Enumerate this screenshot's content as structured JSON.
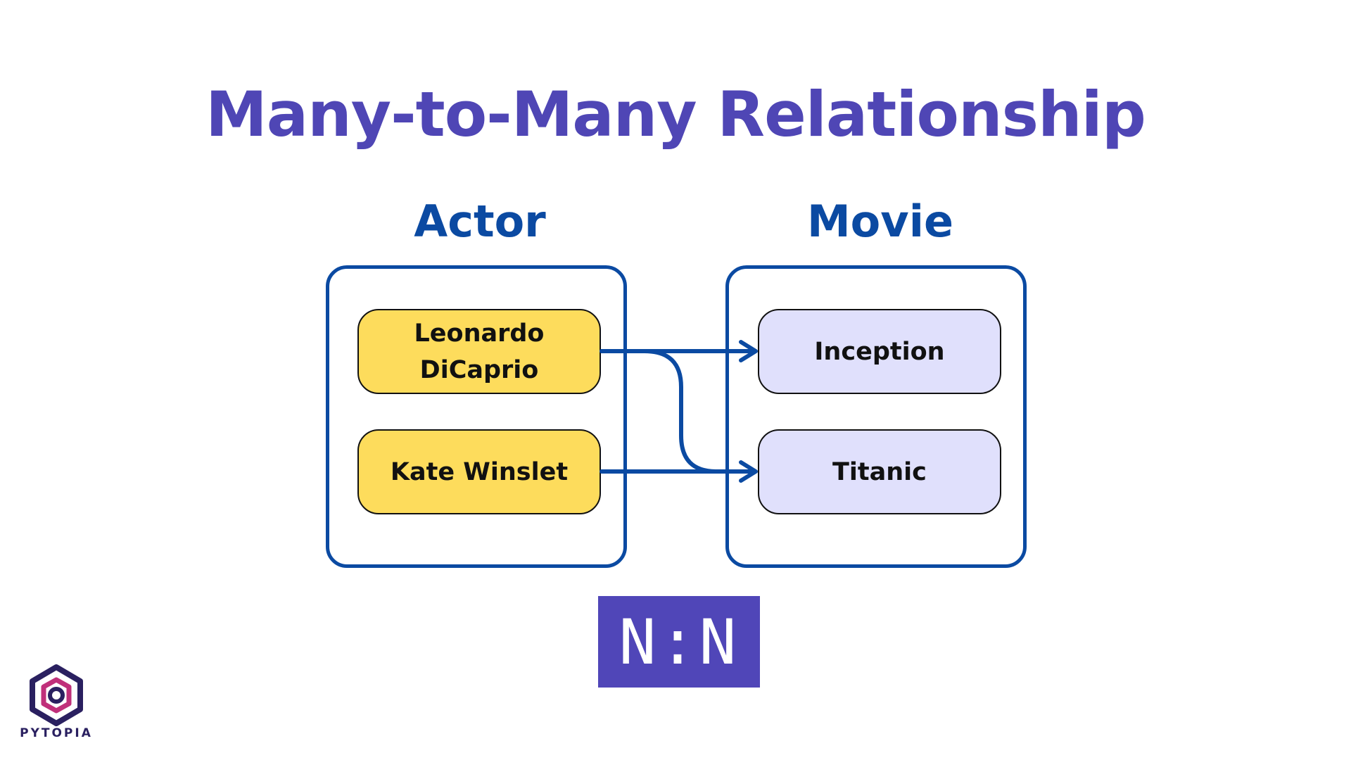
{
  "title": "Many-to-Many Relationship",
  "tables": {
    "left": {
      "label": "Actor",
      "items": [
        "Leonardo DiCaprio",
        "Kate Winslet"
      ]
    },
    "right": {
      "label": "Movie",
      "items": [
        "Inception",
        "Titanic"
      ]
    }
  },
  "relationship": {
    "badge": "N:N",
    "links": [
      {
        "from": "Leonardo DiCaprio",
        "to": "Inception"
      },
      {
        "from": "Leonardo DiCaprio",
        "to": "Titanic"
      },
      {
        "from": "Kate Winslet",
        "to": "Titanic"
      }
    ]
  },
  "logo": {
    "text": "PYTOPIA"
  },
  "colors": {
    "title": "#4f46b5",
    "accent_blue": "#0b4aa2",
    "actor_fill": "#fddc5c",
    "movie_fill": "#e0e0fc",
    "badge_fill": "#5046b8"
  }
}
